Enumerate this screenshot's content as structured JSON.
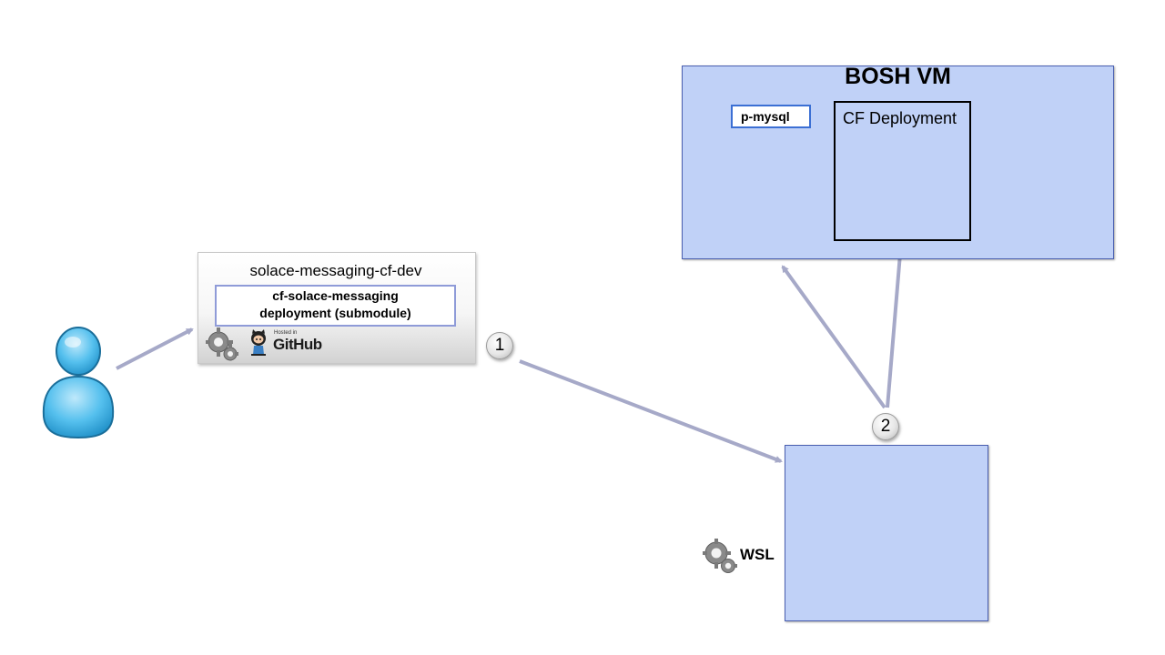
{
  "bosh_vm": {
    "title": "BOSH VM",
    "p_mysql": "p-mysql",
    "cf_deployment": "CF Deployment"
  },
  "repo": {
    "title": "solace-messaging-cf-dev",
    "submodule_line1": "cf-solace-messaging",
    "submodule_line2": "deployment (submodule)",
    "github_hosted": "Hosted in",
    "github_label": "GitHub"
  },
  "wsl": {
    "label": "WSL"
  },
  "steps": {
    "step1": "1",
    "step2": "2"
  },
  "colors": {
    "box_fill": "#c0d1f7",
    "box_border": "#4a5fb0",
    "arrow": "#a6a9c8",
    "p_mysql_border": "#3b6fd4",
    "user_icon": "#3fa9dd"
  },
  "icons": [
    "user-icon",
    "gears-icon",
    "github-octocat-icon"
  ]
}
